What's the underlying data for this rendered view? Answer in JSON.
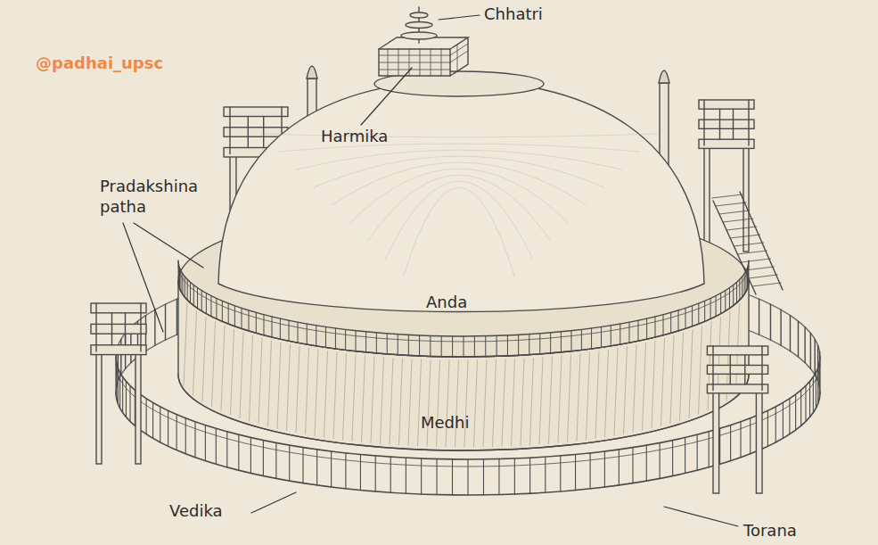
{
  "diagram": {
    "labels": [
      "@padhai_upsc",
      "Chhatri",
      "Harmika",
      "Pradakshina patha",
      "Anda",
      "Medhi",
      "Vedika",
      "Torana"
    ]
  }
}
